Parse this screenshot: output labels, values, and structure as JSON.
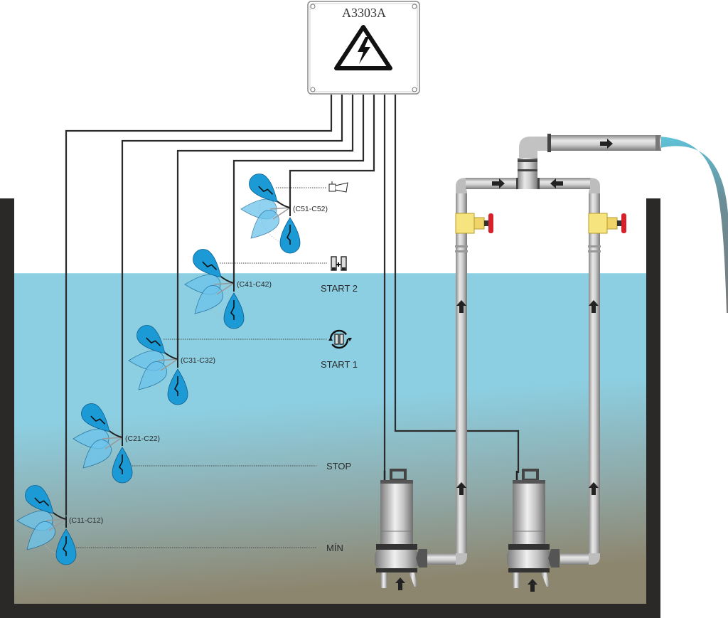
{
  "control_box": {
    "model": "A3303A",
    "icon": "high-voltage-warning-icon"
  },
  "float_switches": [
    {
      "id": "C51-C52",
      "label": "(C51-C52)",
      "function_icon": "alarm-horn-icon",
      "function_label": ""
    },
    {
      "id": "C41-C42",
      "label": "(C41-C42)",
      "function_icon": "two-pumps-icon",
      "function_label": "START 2"
    },
    {
      "id": "C31-C32",
      "label": "(C31-C32)",
      "function_icon": "alternating-pumps-icon",
      "function_label": "START 1"
    },
    {
      "id": "C21-C22",
      "label": "(C21-C22)",
      "function_icon": "",
      "function_label": "STOP"
    },
    {
      "id": "C11-C12",
      "label": "(C11-C12)",
      "function_icon": "",
      "function_label": "MÍN"
    }
  ],
  "pumps": [
    {
      "id": "pump-1",
      "icon": "submersible-pump-icon"
    },
    {
      "id": "pump-2",
      "icon": "submersible-pump-icon"
    }
  ],
  "valves": [
    {
      "id": "valve-1",
      "icon": "gate-valve-icon"
    },
    {
      "id": "valve-2",
      "icon": "gate-valve-icon"
    }
  ],
  "flow_arrows": {
    "icon": "flow-arrow-icon"
  },
  "colors": {
    "water_top": "#8ccfe2",
    "water_bottom": "#8c8a72",
    "tank_wall": "#2a2927",
    "float_active": "#1b9ad6",
    "float_ghost": "#6cc4ec",
    "cable": "#2b2b2b",
    "valve_body": "#f6e47e",
    "valve_handle": "#d8202a",
    "pipe": "#c8c8c8"
  }
}
